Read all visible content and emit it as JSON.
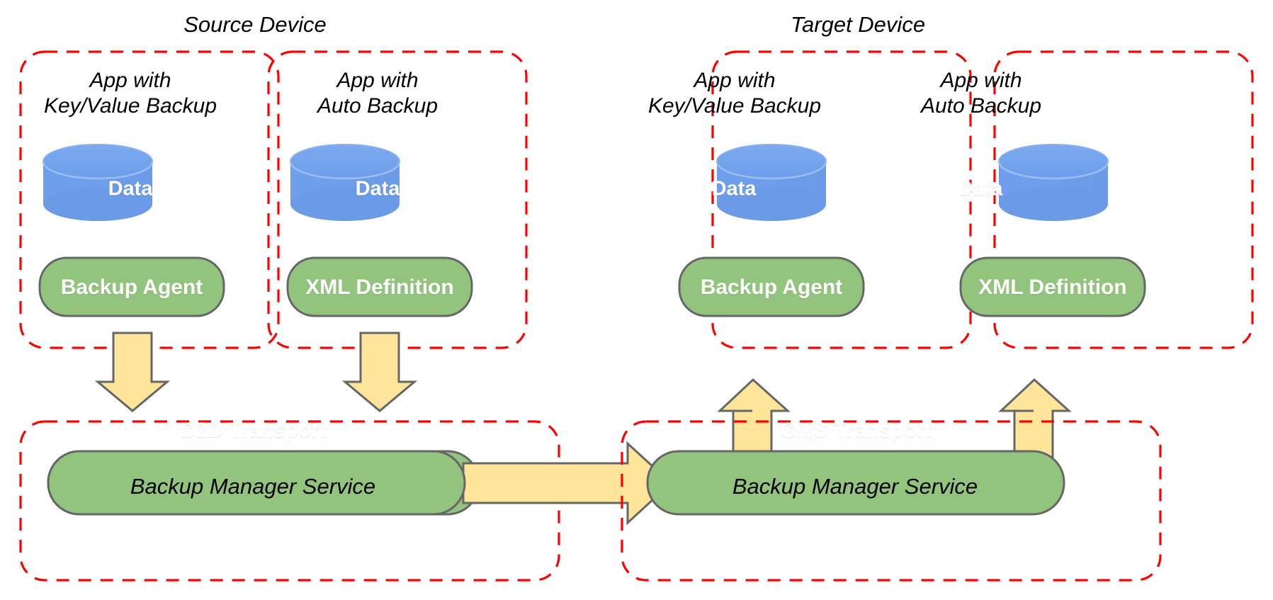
{
  "diagram": {
    "title_left": "Source Device",
    "title_right": "Target Device",
    "colors": {
      "dashed_border": "#ff0000",
      "cylinder_fill": "#6d9eeb",
      "pill_fill": "#93c47d",
      "pill_stroke": "#666666",
      "arrow_fill": "#ffe599",
      "arrow_stroke": "#666666",
      "text_dark": "#000000",
      "text_light": "#ffffff",
      "background": "#ffffff"
    },
    "devices": [
      {
        "name": "Source Device",
        "apps": [
          {
            "label": "App with\nKey/Value Backup",
            "data_label": "Data",
            "component_label": "Backup Agent",
            "arrow_direction": "down"
          },
          {
            "label": "App with\nAuto Backup",
            "data_label": "Data",
            "component_label": "XML Definition",
            "arrow_direction": "down"
          }
        ],
        "service": {
          "transport_label": "D2D Transport",
          "service_label": "Backup Manager Service"
        }
      },
      {
        "name": "Target Device",
        "apps": [
          {
            "label": "App with\nKey/Value Backup",
            "data_label": "Data",
            "component_label": "Backup Agent",
            "arrow_direction": "up"
          },
          {
            "label": "App with\nAuto Backup",
            "data_label": "Data",
            "component_label": "XML Definition",
            "arrow_direction": "up"
          }
        ],
        "service": {
          "transport_label": "GMS Transport",
          "service_label": "Backup Manager Service"
        }
      }
    ],
    "inter_device_arrow": {
      "direction": "right",
      "from": "D2D Transport",
      "to": "GMS Transport"
    }
  }
}
